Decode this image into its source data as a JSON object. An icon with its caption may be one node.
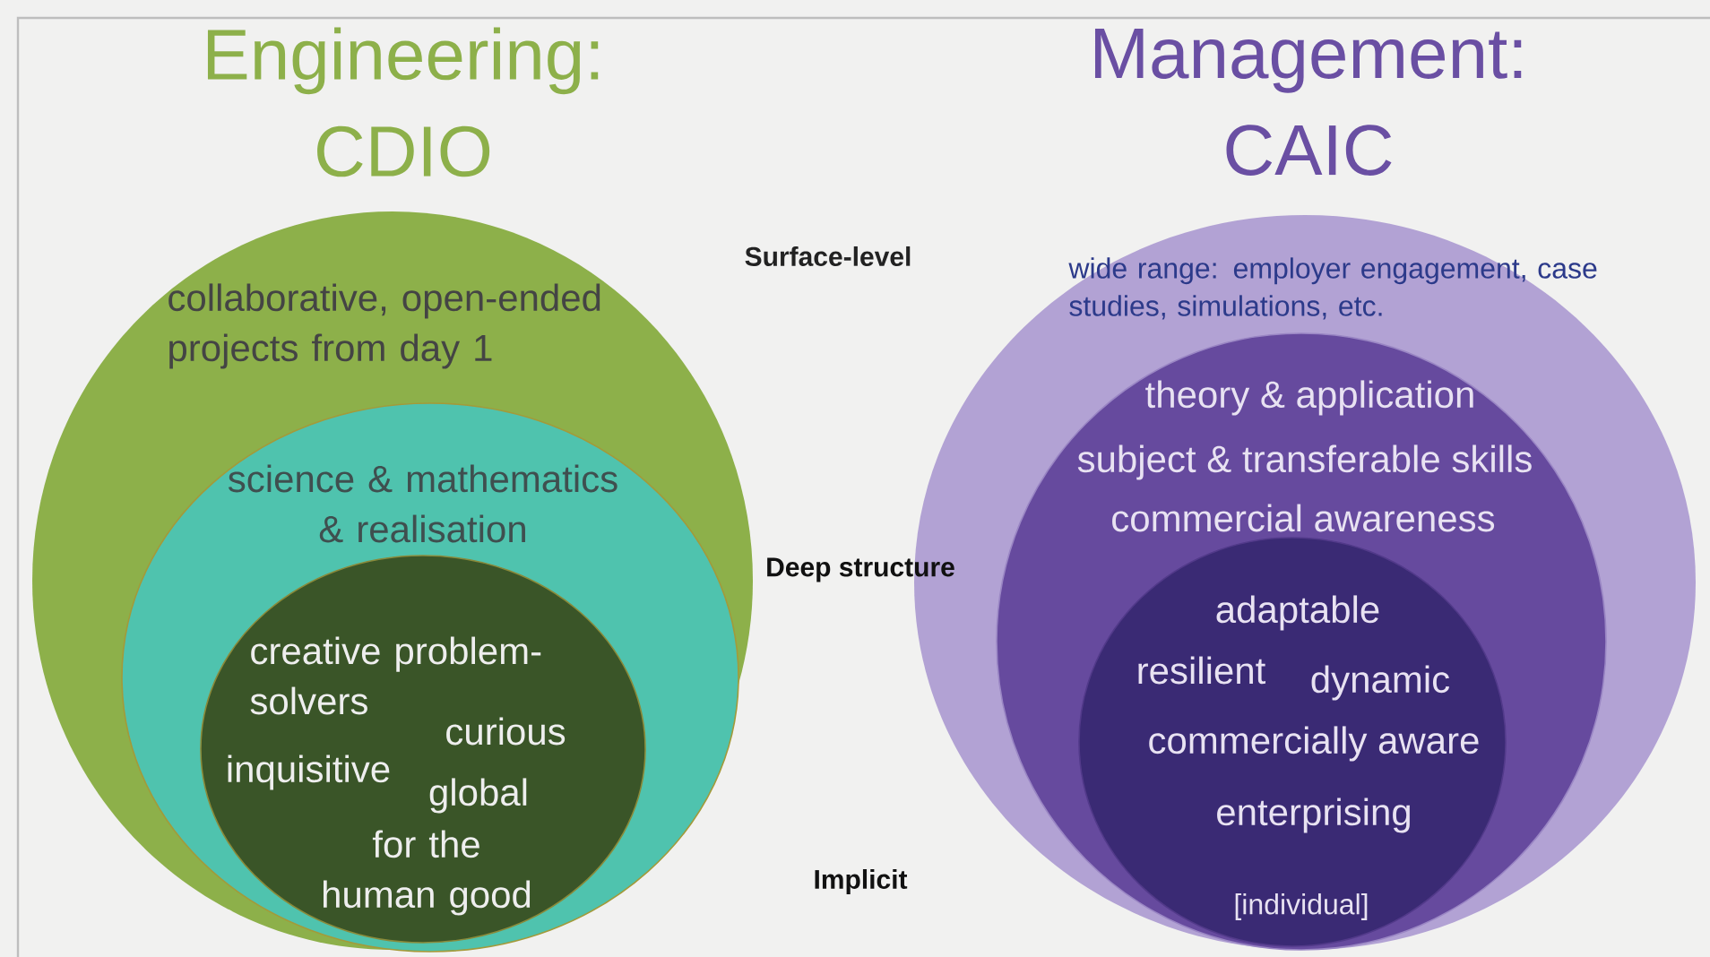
{
  "diagram": {
    "nodes": [
      {
        "text": [
          "collaborative, open-ended projects from day 1"
        ]
      },
      {
        "text": [
          "science & mathematics & realisation"
        ],
        "in": 0
      },
      {
        "text": [
          "creative problem-solvers",
          "curious",
          "inquisitive",
          "global",
          "for the human good"
        ],
        "in": 1
      },
      {
        "text": [
          "wide range: employer engagement, case studies, simulations, etc."
        ]
      },
      {
        "text": [
          "theory & application",
          "subject & transferable skills",
          "commercial awareness"
        ],
        "in": 3
      },
      {
        "text": [
          "adaptable",
          "resilient",
          "dynamic",
          "commercially aware",
          "enterprising",
          "[individual]"
        ],
        "in": 4
      }
    ],
    "labels": [
      "Engineering: CDIO",
      "Management: CAIC",
      "Surface-level",
      "Deep structure",
      "Implicit"
    ]
  }
}
